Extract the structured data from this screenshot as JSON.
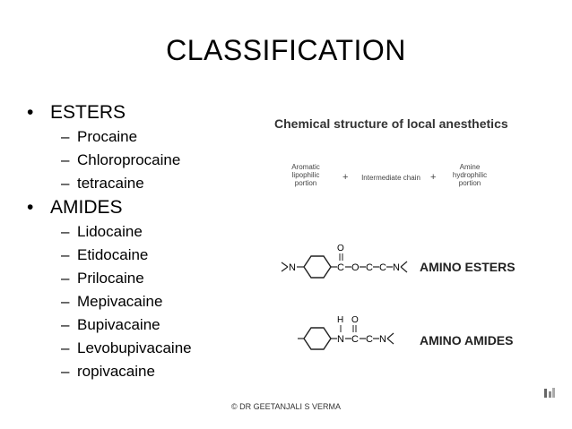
{
  "slide": {
    "title": "CLASSIFICATION",
    "sections": [
      {
        "bullet": "•",
        "label": "ESTERS",
        "items": [
          "Procaine",
          "Chloroprocaine",
          "tetracaine"
        ]
      },
      {
        "bullet": "•",
        "label": "AMIDES",
        "items": [
          "Lidocaine",
          "Etidocaine",
          "Prilocaine",
          "Mepivacaine",
          "Bupivacaine",
          "Levobupivacaine",
          "ropivacaine"
        ]
      }
    ],
    "sub_marker": "–",
    "footer": "© DR GEETANJALI S VERMA"
  },
  "figure": {
    "title": "Chemical structure of local anesthetics",
    "parts": [
      "Aromatic lipophilic portion",
      "Intermediate chain",
      "Amine hydrophilic portion"
    ],
    "plus": "+",
    "ester_label": "AMINO ESTERS",
    "amide_label": "AMINO AMIDES",
    "atom_N": "N",
    "atom_O": "O",
    "atom_C": "C",
    "atom_H": "H"
  }
}
